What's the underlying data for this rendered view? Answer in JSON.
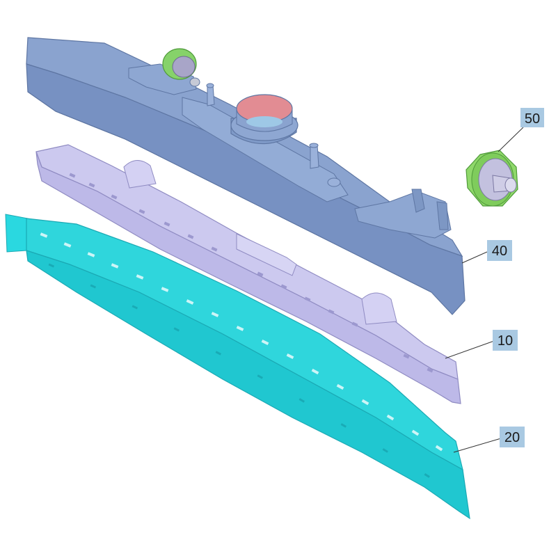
{
  "diagram": {
    "parts": [
      {
        "id": "housing",
        "callout": "40",
        "color": "#7d97c4"
      },
      {
        "id": "knob",
        "callout": "50",
        "color": "#8fd86a"
      },
      {
        "id": "frame",
        "callout": "10",
        "color": "#c9c8ee"
      },
      {
        "id": "squeegee",
        "callout": "20",
        "color": "#2fd6dc"
      }
    ],
    "callout_box_color": "#a9c9e2"
  }
}
